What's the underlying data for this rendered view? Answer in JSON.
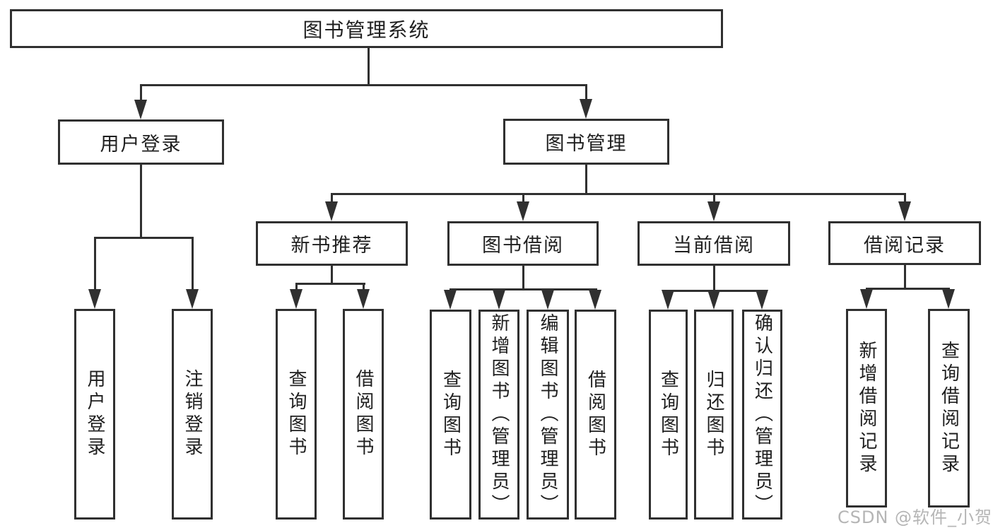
{
  "tree": {
    "root": "图书管理系统",
    "branches": [
      {
        "label": "用户登录",
        "leaves": [
          "用户登录",
          "注销登录"
        ]
      },
      {
        "label": "图书管理",
        "groups": [
          {
            "label": "新书推荐",
            "leaves": [
              "查询图书",
              "借阅图书"
            ]
          },
          {
            "label": "图书借阅",
            "leaves": [
              "查询图书",
              "新增图书（管理员）",
              "编辑图书（管理员）",
              "借阅图书"
            ]
          },
          {
            "label": "当前借阅",
            "leaves": [
              "查询图书",
              "归还图书",
              "确认归还（管理员）"
            ]
          },
          {
            "label": "借阅记录",
            "leaves": [
              "新增借阅记录",
              "查询借阅记录"
            ]
          }
        ]
      }
    ]
  },
  "watermark": "CSDN @软件_小贺同学",
  "colors": {
    "line": "#303030",
    "text": "#1f1f1f",
    "watermark": "#b5b5b5",
    "background": "#ffffff"
  }
}
